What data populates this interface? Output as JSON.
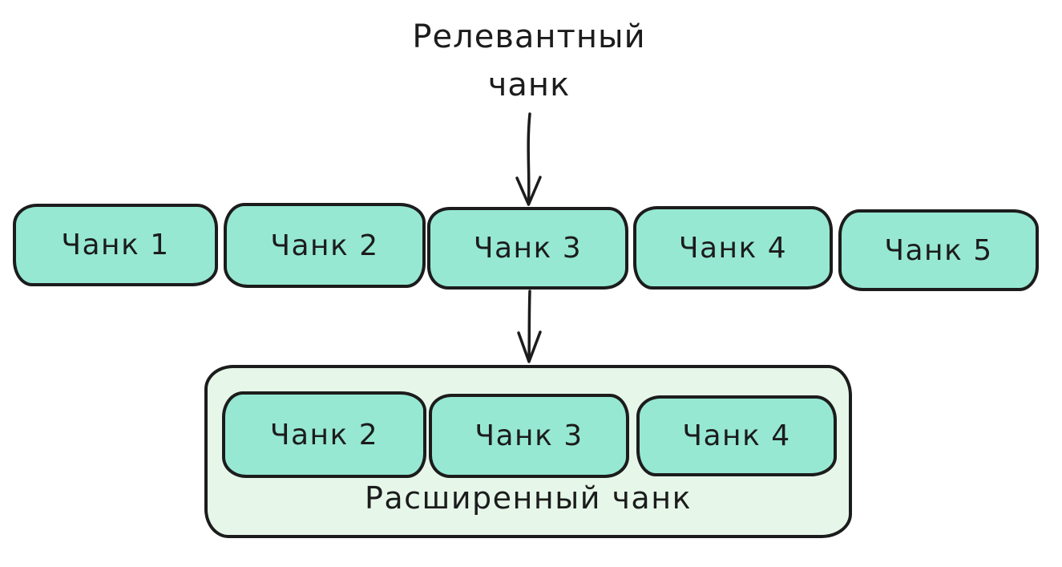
{
  "diagram": {
    "title": {
      "line1": "Релевантный",
      "line2": "чанк"
    },
    "chunks_row": [
      {
        "label": "Чанк 1"
      },
      {
        "label": "Чанк 2"
      },
      {
        "label": "Чанк 3"
      },
      {
        "label": "Чанк 4"
      },
      {
        "label": "Чанк 5"
      }
    ],
    "expanded_group": {
      "chunks": [
        {
          "label": "Чанк 2"
        },
        {
          "label": "Чанк 3"
        },
        {
          "label": "Чанк 4"
        }
      ],
      "label": "Расширенный чанк"
    },
    "colors": {
      "chunk_fill": "#96e8d2",
      "group_fill": "#e6f7ea",
      "stroke": "#1c1c1c",
      "text": "#1c1c1c",
      "background": "#ffffff"
    }
  }
}
